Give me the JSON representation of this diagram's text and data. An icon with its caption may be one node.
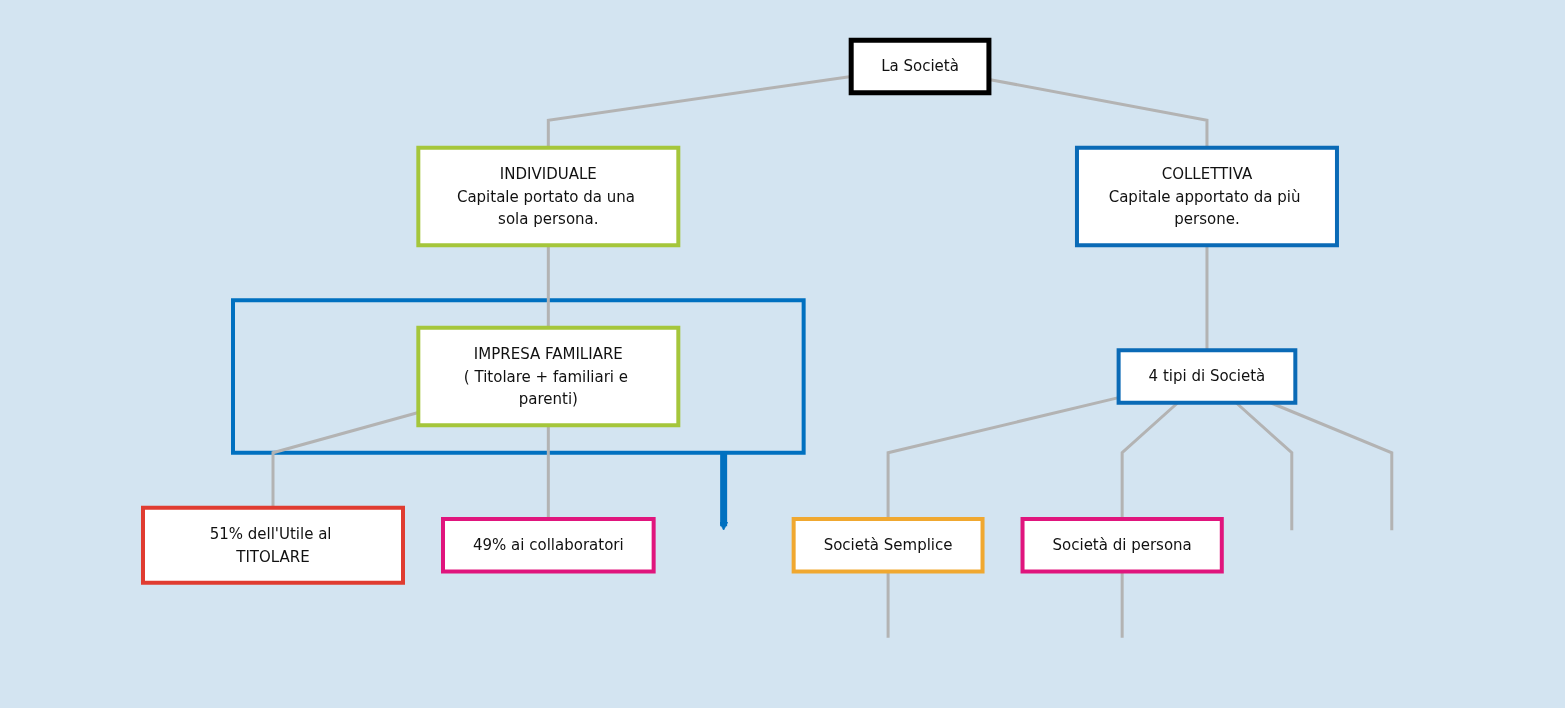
{
  "diagram": {
    "nodes": [
      {
        "text": [
          "La Società"
        ]
      },
      {
        "text": [
          "INDIVIDUALE",
          "Capitale portato da una sola persona."
        ]
      },
      {
        "text": [
          "COLLETTIVA",
          "Capitale apportato da più persone."
        ]
      },
      {
        "text": [],
        "shape": "box"
      },
      {
        "text": [
          "IMPRESA FAMILIARE",
          "( Titolare + familiari e parenti)"
        ],
        "in": 3
      },
      {
        "text": [
          "51% dell'Utile al TITOLARE"
        ]
      },
      {
        "text": [
          "49% ai collaboratori"
        ]
      },
      {
        "text": [
          "4 tipi di Società"
        ]
      },
      {
        "text": [
          "Società Semplice"
        ]
      },
      {
        "text": [
          "Società di persona"
        ]
      }
    ],
    "edges": [
      {
        "from": 0,
        "to": 1,
        "arrow": "none"
      },
      {
        "from": 0,
        "to": 2,
        "arrow": "none"
      },
      {
        "from": 1,
        "to": 4,
        "arrow": "none"
      },
      {
        "from": 4,
        "to": 5,
        "arrow": "none"
      },
      {
        "from": 4,
        "to": 6,
        "arrow": "none"
      },
      {
        "from": 2,
        "to": 7,
        "arrow": "none"
      },
      {
        "from": 7,
        "to": 8,
        "arrow": "none"
      },
      {
        "from": 7,
        "to": 9,
        "arrow": "none"
      },
      {
        "from": 7,
        "to": null,
        "arrow": "none"
      },
      {
        "from": 7,
        "to": null,
        "arrow": "none"
      },
      {
        "from": 8,
        "to": null,
        "arrow": "none"
      },
      {
        "from": 9,
        "to": null,
        "arrow": "none"
      },
      {
        "from": 3,
        "to": null,
        "arrow": "to",
        "style": "thick",
        "color": "#0070c0"
      }
    ]
  }
}
